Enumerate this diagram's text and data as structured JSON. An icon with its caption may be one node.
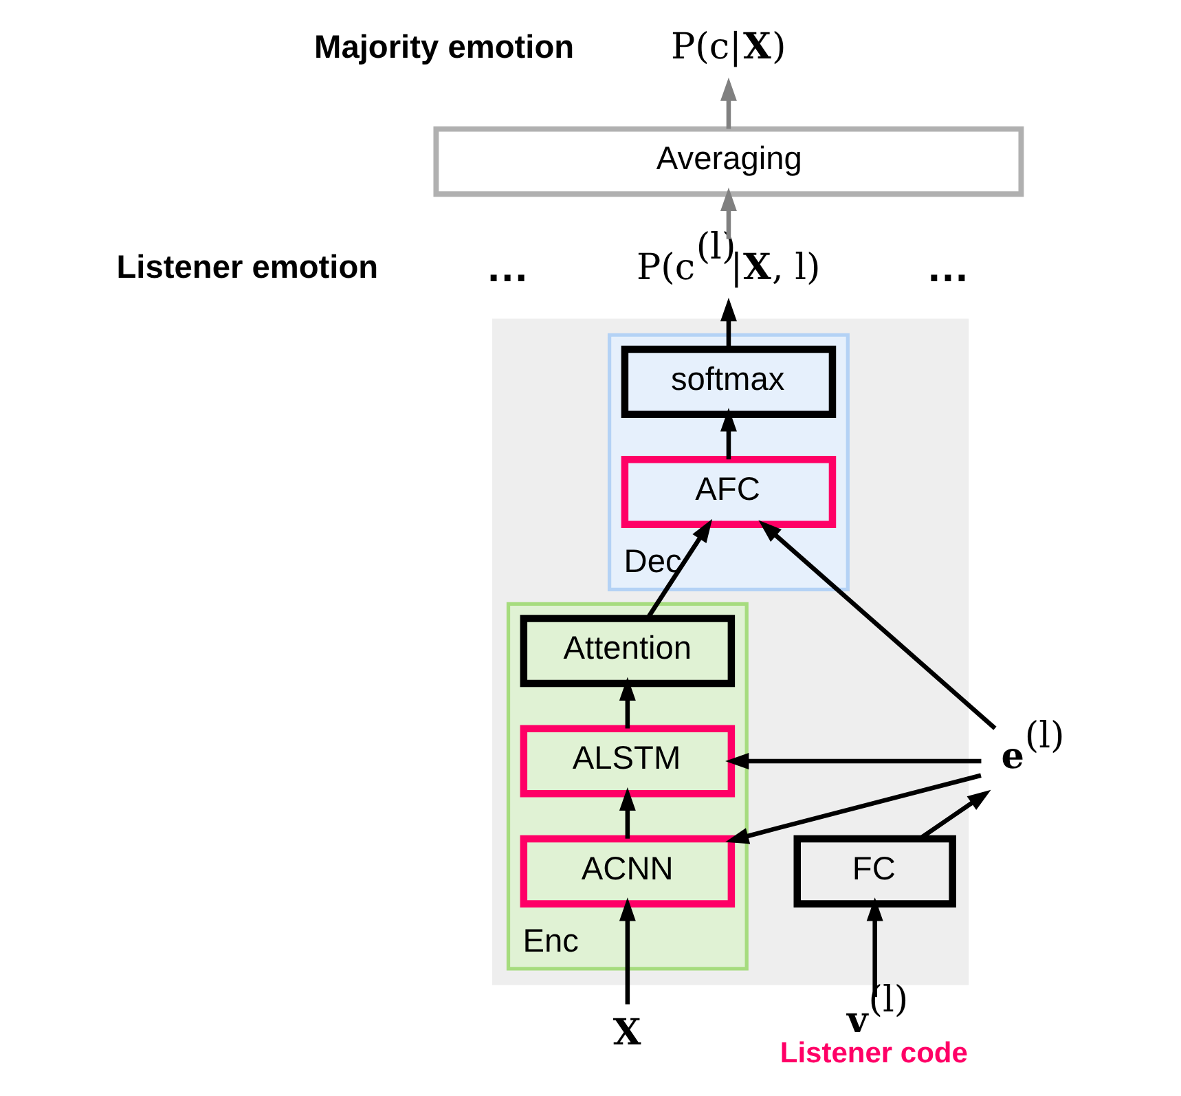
{
  "diagram": {
    "nodes": [
      {
        "text": [
          "Averaging"
        ]
      },
      {
        "text": [
          "P(c|**X**)"
        ]
      },
      {
        "text": [
          "P(c$^{(l)}$|**X**, l)"
        ]
      },
      {
        "text": [],
        "shape": "box"
      },
      {
        "text": [
          "Dec"
        ],
        "in": 3
      },
      {
        "text": [
          "softmax"
        ],
        "in": 4
      },
      {
        "text": [
          "AFC"
        ],
        "in": 4
      },
      {
        "text": [
          "Enc"
        ],
        "in": 3
      },
      {
        "text": [
          "Attention"
        ],
        "in": 7
      },
      {
        "text": [
          "ALSTM"
        ],
        "in": 7
      },
      {
        "text": [
          "ACNN"
        ],
        "in": 7
      },
      {
        "text": [
          "FC"
        ],
        "in": 3
      },
      {
        "text": [
          "**e**$^{(l)}$"
        ]
      },
      {
        "text": [
          "**X**"
        ]
      },
      {
        "text": [
          "**v**$^{(l)}$"
        ],
        "beside": [
          "Listener code"
        ]
      }
    ],
    "edges": [
      {
        "from": 13,
        "to": 10,
        "arrow": "to"
      },
      {
        "from": 10,
        "to": 9,
        "arrow": "to"
      },
      {
        "from": 9,
        "to": 8,
        "arrow": "to"
      },
      {
        "from": 8,
        "to": 6,
        "arrow": "to"
      },
      {
        "from": 6,
        "to": 5,
        "arrow": "to"
      },
      {
        "from": 5,
        "to": 2,
        "arrow": "to"
      },
      {
        "from": 2,
        "to": 0,
        "arrow": "to",
        "color": "#808080"
      },
      {
        "from": 0,
        "to": 1,
        "arrow": "to",
        "color": "#808080"
      },
      {
        "from": 14,
        "to": 11,
        "arrow": "to"
      },
      {
        "from": 11,
        "to": 12,
        "arrow": "to"
      },
      {
        "from": 12,
        "to": 6,
        "arrow": "to"
      },
      {
        "from": 12,
        "to": 9,
        "arrow": "to"
      },
      {
        "from": 12,
        "to": 10,
        "arrow": "to"
      }
    ],
    "labels": [
      "Majority emotion",
      "Listener emotion",
      "…",
      "…"
    ]
  }
}
